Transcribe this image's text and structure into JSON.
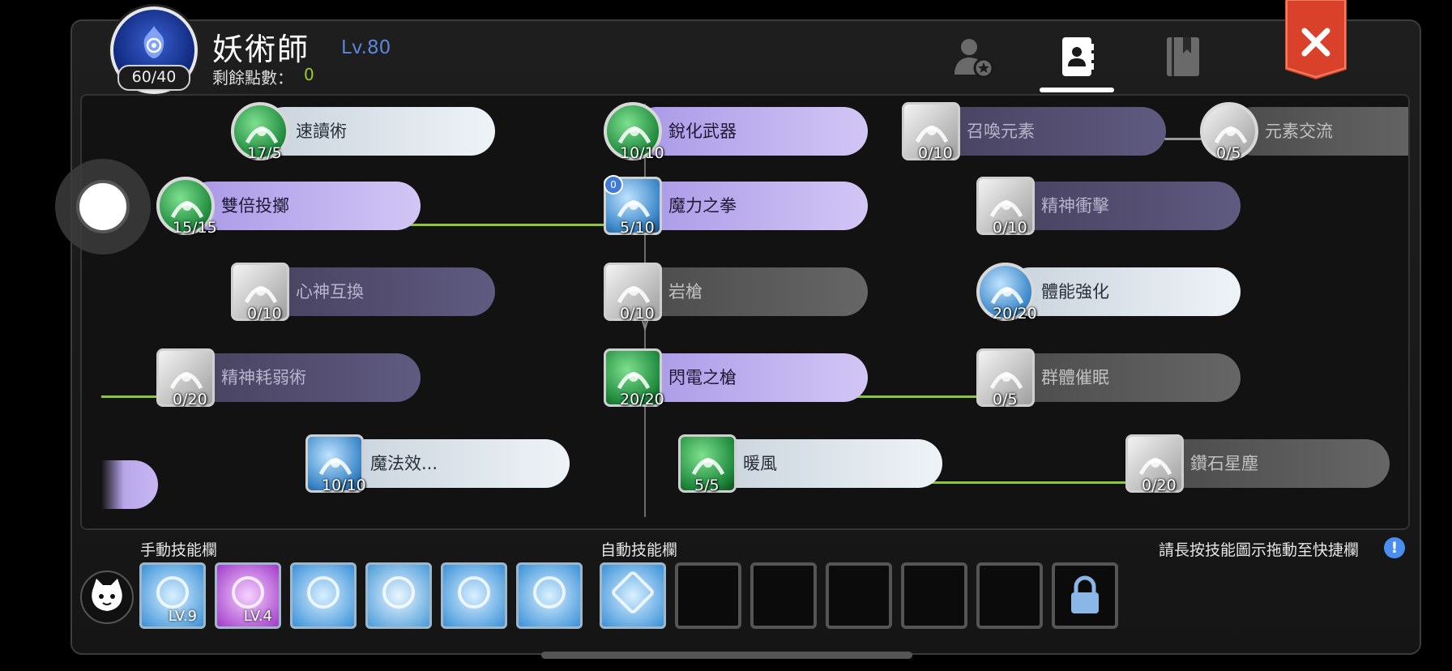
{
  "header": {
    "points_used": "60/40",
    "class_name": "妖術師",
    "level": "Lv.80",
    "remaining_label": "剩餘點數：",
    "remaining_value": "0"
  },
  "tabs": [
    {
      "name": "character-tab",
      "icon": "user-star-icon",
      "active": false
    },
    {
      "name": "skill-book-tab",
      "icon": "contact-book-icon",
      "active": true
    },
    {
      "name": "codex-tab",
      "icon": "book-icon",
      "active": false
    }
  ],
  "skills": [
    {
      "name": "速讀術",
      "count": "17/5",
      "style": "learned-light"
    },
    {
      "name": "雙倍投擲",
      "count": "15/15",
      "style": "learned-purple"
    },
    {
      "name": "心神互換",
      "count": "0/10",
      "style": "locked-purple"
    },
    {
      "name": "精神耗弱術",
      "count": "0/20",
      "style": "locked-purple"
    },
    {
      "name": "魔法效...",
      "count": "10/10",
      "style": "learned-light"
    },
    {
      "name": "銳化武器",
      "count": "10/10",
      "style": "learned-purple"
    },
    {
      "name": "魔力之拳",
      "count": "5/10",
      "style": "learned-purple",
      "badge": "0"
    },
    {
      "name": "岩槍",
      "count": "0/10",
      "style": "locked-gray"
    },
    {
      "name": "閃電之槍",
      "count": "20/20",
      "style": "learned-purple"
    },
    {
      "name": "暖風",
      "count": "5/5",
      "style": "learned-light"
    },
    {
      "name": "召喚元素",
      "count": "0/10",
      "style": "locked-purple"
    },
    {
      "name": "元素交流",
      "count": "0/5",
      "style": "locked-gray"
    },
    {
      "name": "精神衝擊",
      "count": "0/10",
      "style": "locked-purple"
    },
    {
      "name": "體能強化",
      "count": "20/20",
      "style": "learned-light"
    },
    {
      "name": "群體催眠",
      "count": "0/5",
      "style": "locked-gray"
    },
    {
      "name": "鑽石星塵",
      "count": "0/20",
      "style": "locked-gray"
    }
  ],
  "manual_bar": {
    "label": "手動技能欄",
    "slots": [
      {
        "icon": "time-spiral-icon",
        "level": "LV.9"
      },
      {
        "icon": "purple-vortex-icon",
        "level": "LV.4"
      },
      {
        "icon": "sword-burst-icon",
        "level": ""
      },
      {
        "icon": "holy-sword-circle-icon",
        "level": ""
      },
      {
        "icon": "sleeping-figure-icon",
        "level": ""
      },
      {
        "icon": "sword-shatter-icon",
        "level": ""
      }
    ]
  },
  "auto_bar": {
    "label": "自動技能欄",
    "slots": [
      {
        "icon": "sword-shatter-icon",
        "filled": true
      },
      {
        "filled": false
      },
      {
        "filled": false
      },
      {
        "filled": false
      },
      {
        "filled": false
      },
      {
        "filled": false
      },
      {
        "icon": "lock-icon",
        "locked": true
      }
    ]
  },
  "hint": "請長按技能圖示拖動至快捷欄",
  "colors": {
    "learned_light": "#dbe3ea",
    "learned_purple": "#c7b6f2",
    "locked_purple": "#5a5478",
    "locked_gray": "#5b5b5b",
    "connector": "#8cc63f",
    "close_red": "#d9412b",
    "level_blue": "#5b86d8"
  }
}
